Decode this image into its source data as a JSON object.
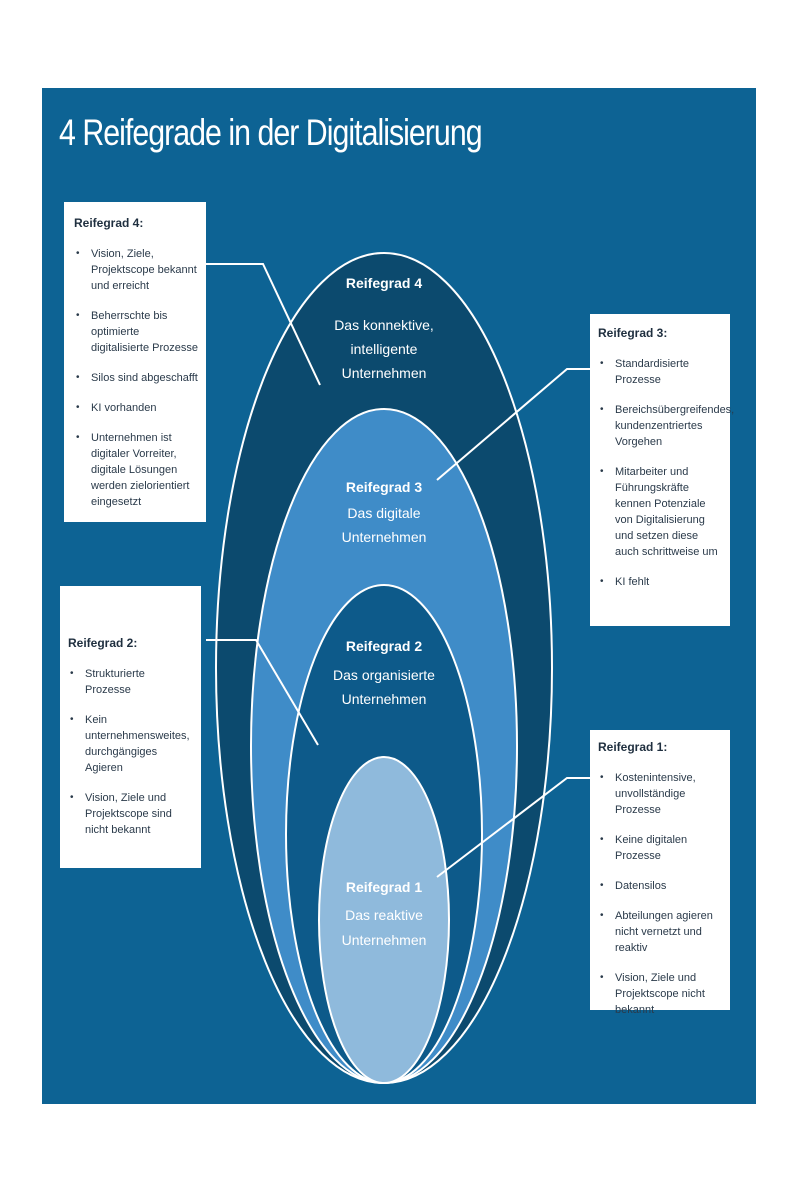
{
  "title": "4 Reifegrade in der Digitalisierung",
  "colors": {
    "panel": "#0d6394",
    "level4": "#0c4a6e",
    "level3": "#3f8cc8",
    "level2": "#0d5a8a",
    "level1": "#8fbadc",
    "stroke": "#ffffff"
  },
  "levels": {
    "l4": {
      "head": "Reifegrad 4",
      "sub": [
        "Das konnektive,",
        "intelligente",
        "Unternehmen"
      ]
    },
    "l3": {
      "head": "Reifegrad 3",
      "sub": [
        "Das digitale",
        "Unternehmen"
      ]
    },
    "l2": {
      "head": "Reifegrad 2",
      "sub": [
        "Das organisierte",
        "Unternehmen"
      ]
    },
    "l1": {
      "head": "Reifegrad 1",
      "sub": [
        "Das reaktive",
        "Unternehmen"
      ]
    }
  },
  "boxes": {
    "r4": {
      "heading": "Reifegrad 4:",
      "items": [
        "Vision, Ziele, Projektscope bekannt und erreicht",
        "Beherrschte bis optimierte digitalisierte Prozesse",
        "Silos sind abgeschafft",
        "KI vorhanden",
        "Unternehmen ist digitaler Vorreiter,  digitale Lösungen werden zielorientiert eingesetzt"
      ]
    },
    "r3": {
      "heading": "Reifegrad 3:",
      "items": [
        "Standardisierte Prozesse",
        "Bereichsübergreifendes, kundenzentriertes Vorgehen",
        "Mitarbeiter und Führungskräfte kennen Potenziale von Digitalisierung und setzen diese auch schrittweise um",
        "KI fehlt"
      ]
    },
    "r2": {
      "heading": "Reifegrad 2:",
      "items": [
        "Strukturierte Prozesse",
        "Kein unternehmensweites, durchgängiges Agieren",
        "Vision, Ziele und Projektscope sind nicht bekannt"
      ]
    },
    "r1": {
      "heading": "Reifegrad 1:",
      "items": [
        "Kostenintensive, unvollständige Prozesse",
        "Keine digitalen Prozesse",
        "Datensilos",
        "Abteilungen agieren nicht vernetzt und reaktiv",
        "Vision, Ziele und Projektscope nicht bekannt"
      ]
    }
  }
}
